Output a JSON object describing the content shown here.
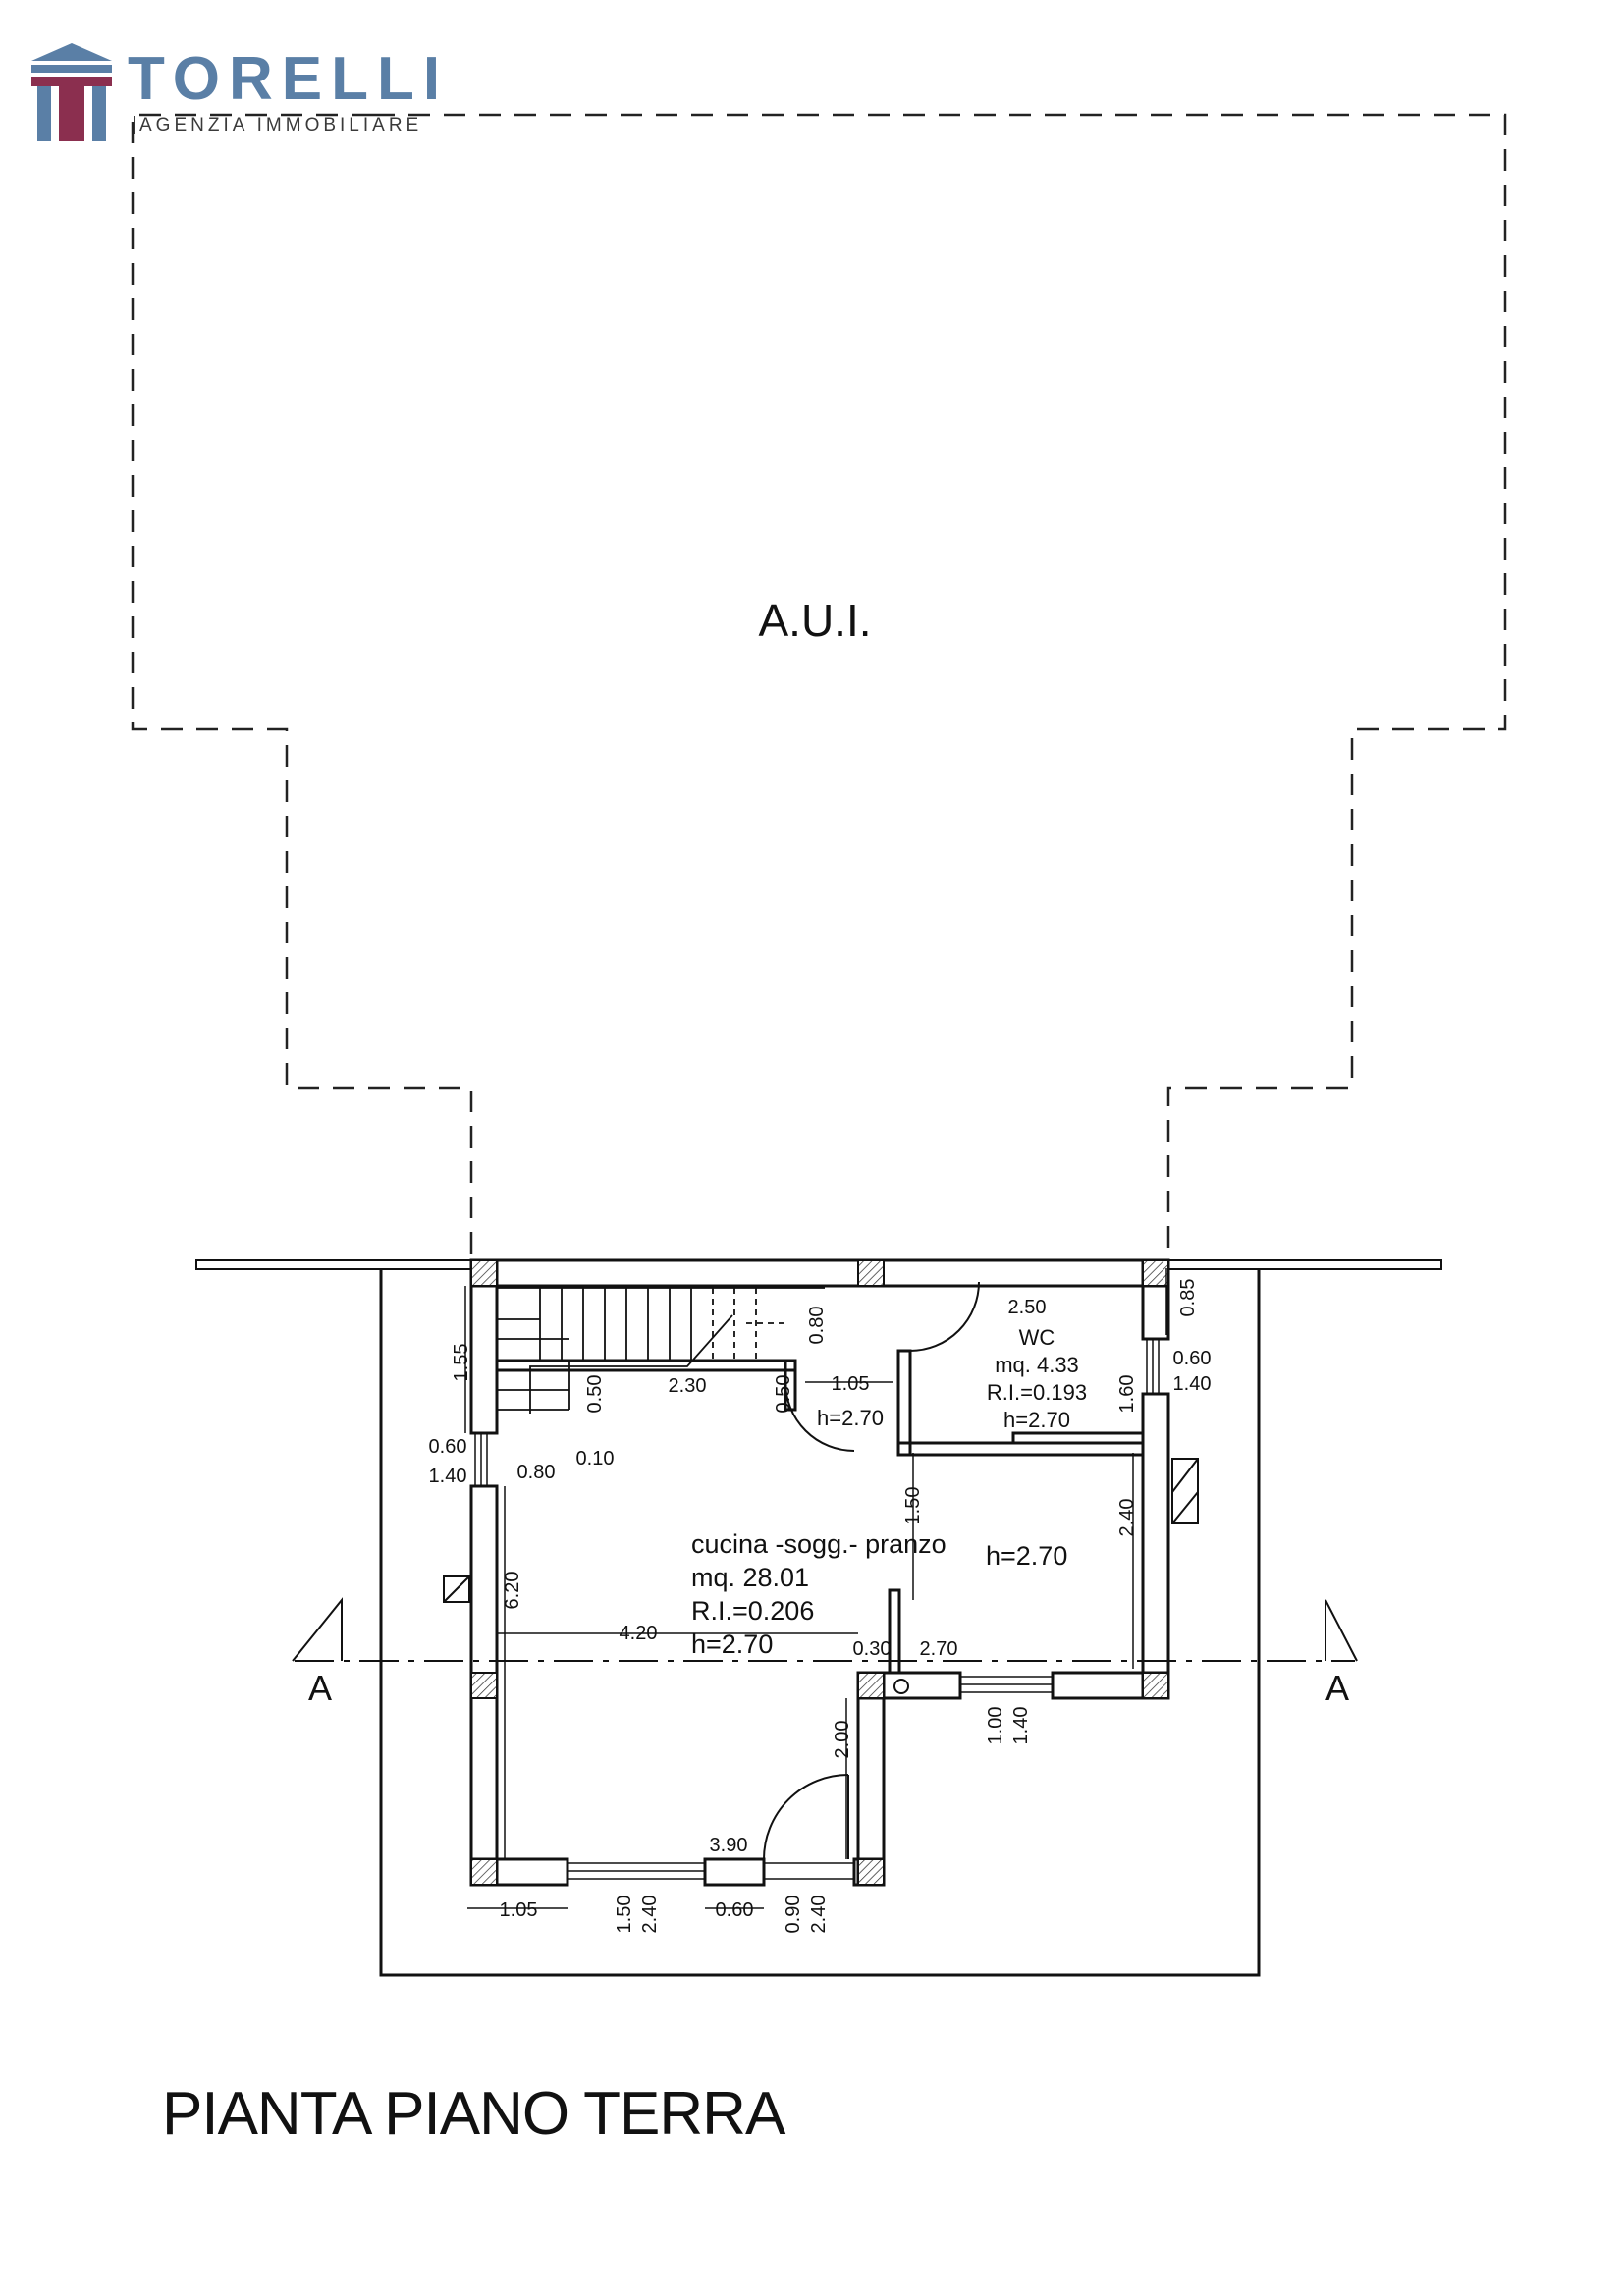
{
  "brand": {
    "name": "TORELLI",
    "tagline": "AGENZIA IMMOBILIARE",
    "colors": {
      "blue": "#5a7fa6",
      "maroon": "#8b2f4f"
    }
  },
  "drawing": {
    "title": "PIANTA PIANO TERRA",
    "outline_label": "A.U.I.",
    "section_marks": [
      "A",
      "A"
    ]
  },
  "rooms": {
    "kitchen": {
      "name": "cucina -sogg.- pranzo",
      "area": "mq. 28.01",
      "ri": "R.I.=0.206",
      "height": "h=2.70",
      "height_side": "h=2.70"
    },
    "wc": {
      "width": "2.50",
      "name": "WC",
      "area": "mq. 4.33",
      "ri": "R.I.=0.193",
      "height": "h=2.70"
    },
    "stair": {
      "height": "h=2.70"
    }
  },
  "dimensions": {
    "d155": "1.55",
    "d060a": "0.60",
    "d140a": "1.40",
    "d080a": "0.80",
    "d010": "0.10",
    "d050a": "0.50",
    "d230": "2.30",
    "d050b": "0.50",
    "d080b": "0.80",
    "d105a": "1.05",
    "d085": "0.85",
    "d060b": "0.60",
    "d140b": "1.40",
    "d160": "1.60",
    "d150a": "1.50",
    "d240a": "2.40",
    "d620": "6.20",
    "d420": "4.20",
    "d030": "0.30",
    "d270": "2.70",
    "d100": "1.00",
    "d140c": "1.40",
    "d200": "2.00",
    "d390": "3.90",
    "d105b": "1.05",
    "d150b": "1.50",
    "d240b": "2.40",
    "d060c": "0.60",
    "d090": "0.90",
    "d240c": "2.40"
  }
}
